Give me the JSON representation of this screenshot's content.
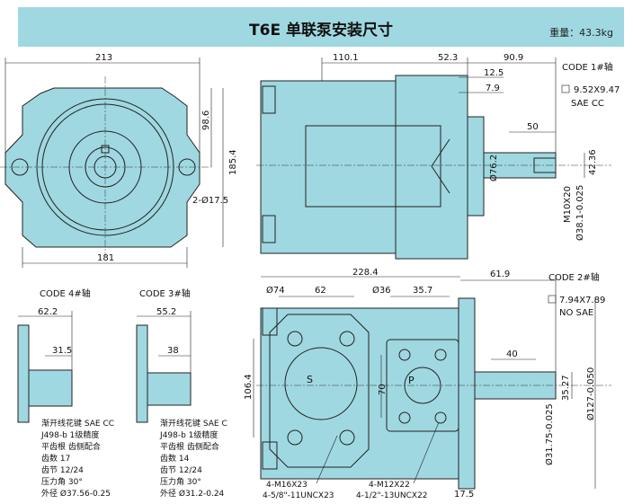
{
  "header": {
    "title": "T6E 单联泵安装尺寸",
    "weight": "重量：43.3kg"
  },
  "front_view": {
    "width_top": "213",
    "width_bottom": "181",
    "height_half": "98.6",
    "height_total": "185.4",
    "holes": "2-Ø17.5"
  },
  "side_view": {
    "dim_body": "110.1",
    "dim_flange": "52.3",
    "dim_shaft_total": "90.9",
    "dim_12_5": "12.5",
    "dim_7_9": "7.9",
    "dim_key_len": "50",
    "dim_dia_76": "Ø76.2",
    "dim_dia_shaft": "42.36",
    "thread": "M10X20",
    "shaft_dia": "Ø38.1-0.025",
    "code_label": "CODE 1#轴",
    "key_size": "9.52X9.47",
    "key_std": "SAE CC"
  },
  "code4": {
    "label": "CODE 4#轴",
    "dim_total": "62.2",
    "dim_spline": "31.5",
    "spec": [
      "渐开线花键 SAE CC",
      "J498-b  1级精度",
      "平齿根 齿侧配合",
      "齿数    17",
      "齿节    12/24",
      "压力角 30°",
      "外径   Ø37.56-0.25"
    ]
  },
  "code3": {
    "label": "CODE 3#轴",
    "dim_total": "55.2",
    "dim_spline": "38",
    "spec": [
      "渐开线花键 SAE C",
      "J498-b  1级精度",
      "平齿根 齿侧配合",
      "齿数    14",
      "齿节    12/24",
      "压力角 30°",
      "外径   Ø31.2-0.24"
    ]
  },
  "bottom_view": {
    "dim_total": "228.4",
    "dim_61_9": "61.9",
    "dim_dia74": "Ø74",
    "dim_62": "62",
    "dim_dia36": "Ø36",
    "dim_35_7": "35.7",
    "dim_106_4": "106.4",
    "dim_70": "70",
    "dim_40": "40",
    "dim_35_27": "35.27",
    "dim_127": "Ø127-0.050",
    "dim_31_75": "Ø31.75-0.025",
    "dim_17_5": "17.5",
    "port_s": "S",
    "port_p": "P",
    "s_thread1": "4-M16X23",
    "s_thread2": "4-5/8\"-11UNCX23",
    "p_thread1": "4-M12X22",
    "p_thread2": "4-1/2\"-13UNCX22",
    "code_label": "CODE 2#轴",
    "key_size": "7.94X7.89",
    "key_std": "NO SAE"
  }
}
